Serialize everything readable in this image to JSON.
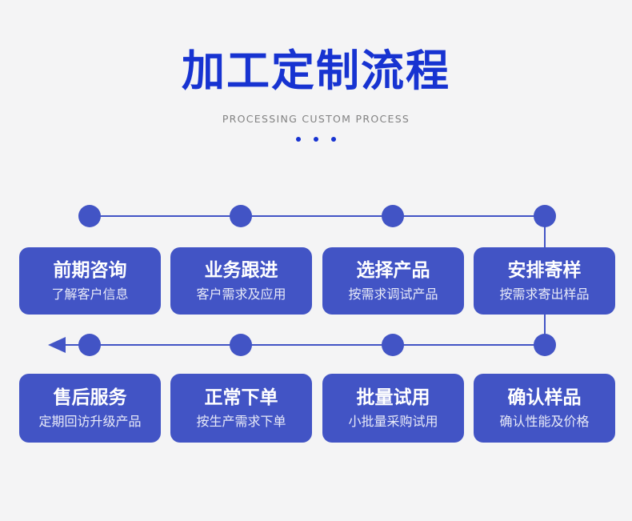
{
  "header": {
    "title": "加工定制流程",
    "subtitle": "PROCESSING CUSTOM PROCESS"
  },
  "colors": {
    "title_blue": "#1733d1",
    "card_blue": "#4254c5",
    "connector_blue": "#4254c5",
    "subtitle_gray": "#828282",
    "background": "#f4f4f5"
  },
  "flow": {
    "rows": [
      {
        "steps": [
          {
            "title": "前期咨询",
            "desc": "了解客户信息"
          },
          {
            "title": "业务跟进",
            "desc": "客户需求及应用"
          },
          {
            "title": "选择产品",
            "desc": "按需求调试产品"
          },
          {
            "title": "安排寄样",
            "desc": "按需求寄出样品"
          }
        ]
      },
      {
        "steps": [
          {
            "title": "售后服务",
            "desc": "定期回访升级产品"
          },
          {
            "title": "正常下单",
            "desc": "按生产需求下单"
          },
          {
            "title": "批量试用",
            "desc": "小批量采购试用"
          },
          {
            "title": "确认样品",
            "desc": "确认性能及价格"
          }
        ]
      }
    ]
  }
}
